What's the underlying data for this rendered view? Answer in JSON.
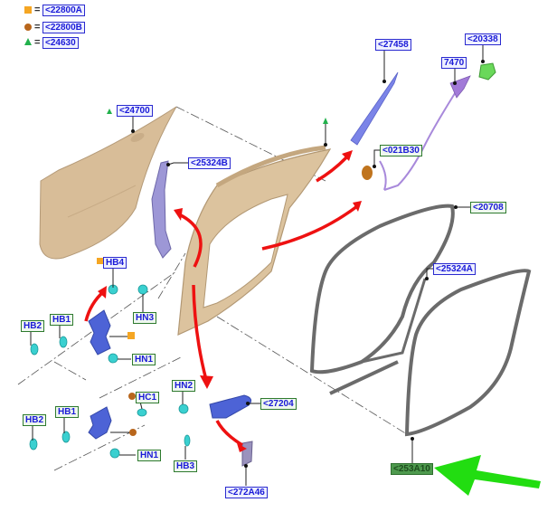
{
  "legend": [
    {
      "symbol": "square",
      "color": "#f5a623",
      "ref": "<22800A"
    },
    {
      "symbol": "circle",
      "color": "#b8661c",
      "ref": "<22800B"
    },
    {
      "symbol": "triangle",
      "color": "#22b14c",
      "ref": "<24630"
    }
  ],
  "legend_eq": "=",
  "callouts": {
    "c27458": "<27458",
    "c20338": "<20338",
    "c7470": "7470",
    "c24700": "<24700",
    "c25324B": "<25324B",
    "c021B30": "<021B30",
    "c20708": "<20708",
    "c25324A": "<25324A",
    "c253A10": "<253A10",
    "c27204": "<27204",
    "c272A46": "<272A46",
    "HB4": "HB4",
    "HB1_top": "HB1",
    "HB2_top": "HB2",
    "HN3": "HN3",
    "HN1_top": "HN1",
    "HB1_bot": "HB1",
    "HB2_bot": "HB2",
    "HC1": "HC1",
    "HN1_bot": "HN1",
    "HN2": "HN2",
    "HB3": "HB3"
  },
  "colors": {
    "door_skin": "#d8bd98",
    "seal": "#6b6b6b",
    "arrow_red": "#ee1111",
    "highlight_arrow": "#22dd11",
    "hinge_blue": "#4d63d6",
    "bolt_cyan": "#33cccc",
    "cable_purple": "#9b72cf",
    "clip_green": "#55cc44"
  }
}
